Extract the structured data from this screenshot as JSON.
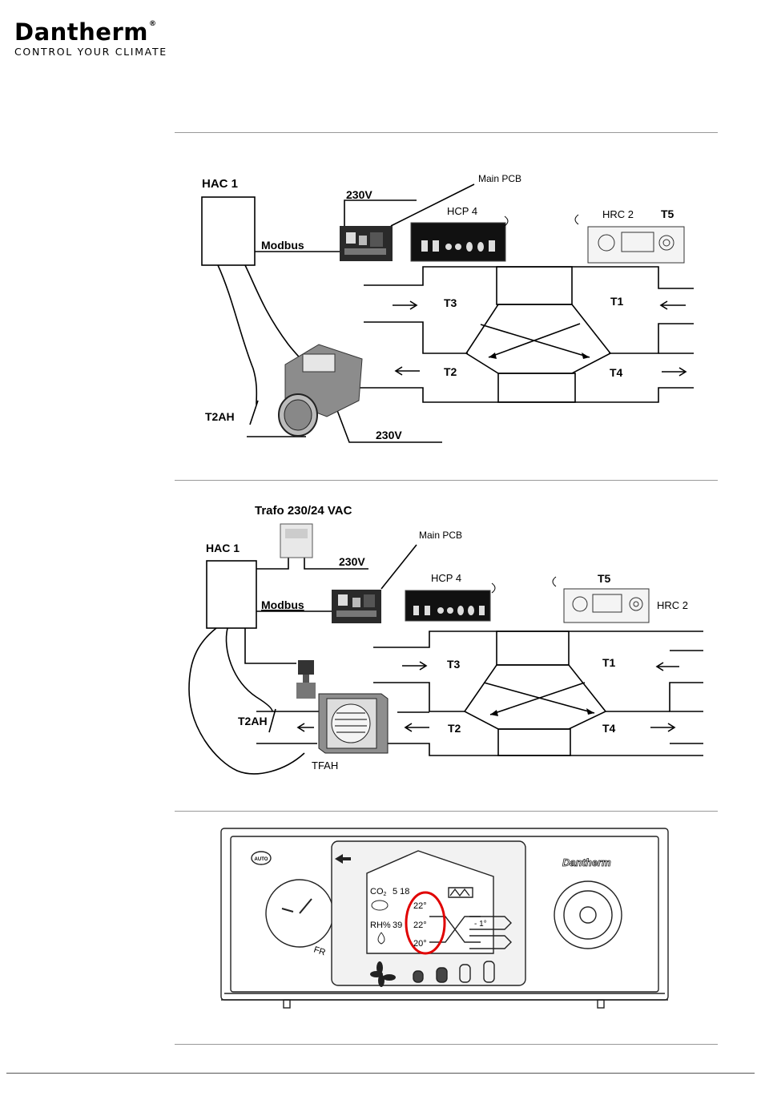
{
  "header": {
    "brand": "Dantherm",
    "registered": "®",
    "tagline": "CONTROL YOUR CLIMATE"
  },
  "diagram1": {
    "hac": "HAC 1",
    "modbus": "Modbus",
    "v230_top": "230V",
    "main_pcb": "Main PCB",
    "hcp": "HCP 4",
    "hrc": "HRC 2",
    "t5": "T5",
    "t1": "T1",
    "t2": "T2",
    "t3": "T3",
    "t4": "T4",
    "t2ah": "T2AH",
    "v230_bottom": "230V"
  },
  "diagram2": {
    "trafo": "Trafo 230/24 VAC",
    "hac": "HAC 1",
    "main_pcb": "Main PCB",
    "v230": "230V",
    "modbus": "Modbus",
    "hcp": "HCP 4",
    "t5": "T5",
    "hrc": "HRC 2",
    "t1": "T1",
    "t2": "T2",
    "t3": "T3",
    "t4": "T4",
    "t2ah": "T2AH",
    "tfah": "TFAH"
  },
  "panel": {
    "auto": "AUTO",
    "fr": "FR",
    "co2": "CO",
    "co2_sub": "2",
    "co2_val": "5 18",
    "rh": "RH%",
    "rh_val": "39",
    "temp1": "22°",
    "temp2": "22°",
    "temp3": "20°",
    "minus": "- 1°",
    "brand": "Dantherm"
  }
}
